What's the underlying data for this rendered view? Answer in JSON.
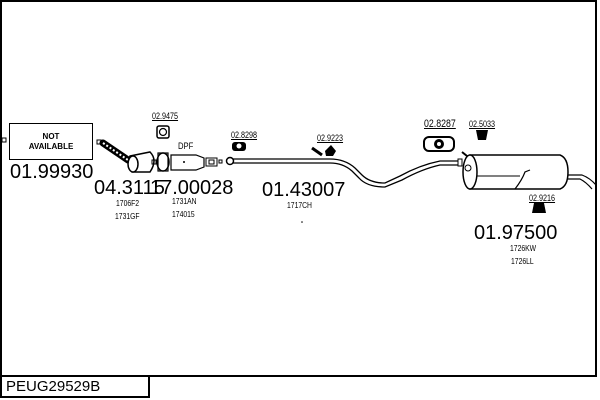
{
  "diagram": {
    "code": "PEUG29529B",
    "not_available": {
      "line1": "NOT",
      "line2": "AVAILABLE"
    },
    "parts": [
      {
        "id": "front-pipe",
        "number": "01.99930",
        "refs": []
      },
      {
        "id": "catalyst",
        "number": "04.3115",
        "refs": [
          "1706F2",
          "1731GF"
        ]
      },
      {
        "id": "dpf",
        "number": "17.00028",
        "refs": [
          "1731AN",
          "174015"
        ],
        "label": "DPF"
      },
      {
        "id": "centre-pipe",
        "number": "01.43007",
        "refs": [
          "1717CH"
        ]
      },
      {
        "id": "rear-silencer",
        "number": "01.97500",
        "refs": [
          "1726KW",
          "1726LL"
        ]
      }
    ],
    "fittings": [
      {
        "id": "gasket-dpf",
        "number": "02.9475"
      },
      {
        "id": "clamp-front",
        "number": "02.8298"
      },
      {
        "id": "hanger-centre",
        "number": "02.9223"
      },
      {
        "id": "clamp-rear",
        "number": "02.8287"
      },
      {
        "id": "rubber-rear",
        "number": "02.5033"
      },
      {
        "id": "hanger-rear",
        "number": "02.9216"
      }
    ]
  }
}
